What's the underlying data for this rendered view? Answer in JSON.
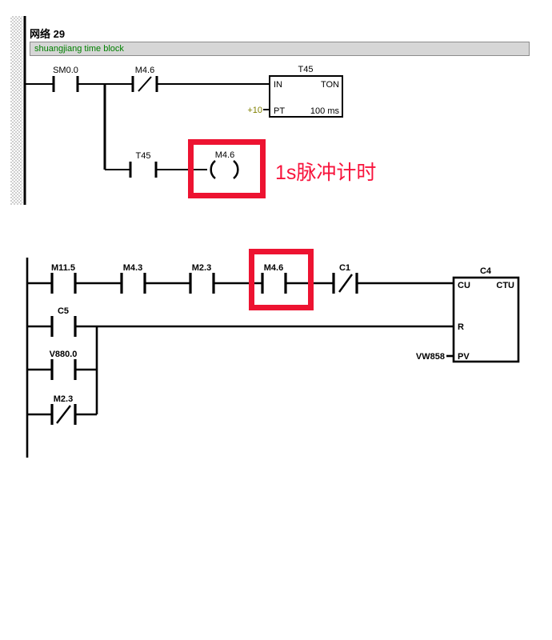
{
  "network": {
    "title": "网络 29",
    "comment": "shuangjiang time block",
    "comment_color": "#008000"
  },
  "upper_ladder": {
    "contact_sm": {
      "label": "SM0.0",
      "type": "NO"
    },
    "contact_m46_nc": {
      "label": "M4.6",
      "type": "NC"
    },
    "contact_t45": {
      "label": "T45",
      "type": "NO"
    },
    "coil": {
      "label": "M4.6"
    },
    "timer_block": {
      "name": "T45",
      "type": "TON",
      "in_label": "IN",
      "pt_label": "PT",
      "pt_value": "+10",
      "pt_value_color": "#808000",
      "time_base": "100 ms"
    }
  },
  "annotation": {
    "text": "1s脉冲计时",
    "color": "#f8143c"
  },
  "lower_ladder": {
    "rung1_contacts": [
      {
        "label": "M11.5",
        "type": "NO"
      },
      {
        "label": "M4.3",
        "type": "NO"
      },
      {
        "label": "M2.3",
        "type": "NO"
      },
      {
        "label": "M4.6",
        "type": "NO"
      },
      {
        "label": "C1",
        "type": "NC"
      }
    ],
    "branch_contacts": [
      {
        "label": "C5",
        "type": "NO"
      },
      {
        "label": "V880.0",
        "type": "NO"
      },
      {
        "label": "M2.3",
        "type": "NC"
      }
    ],
    "counter_block": {
      "name": "C4",
      "type": "CTU",
      "cu_label": "CU",
      "r_label": "R",
      "pv_label": "PV",
      "pv_value": "VW858"
    }
  },
  "highlight": {
    "color": "#ed1331"
  }
}
